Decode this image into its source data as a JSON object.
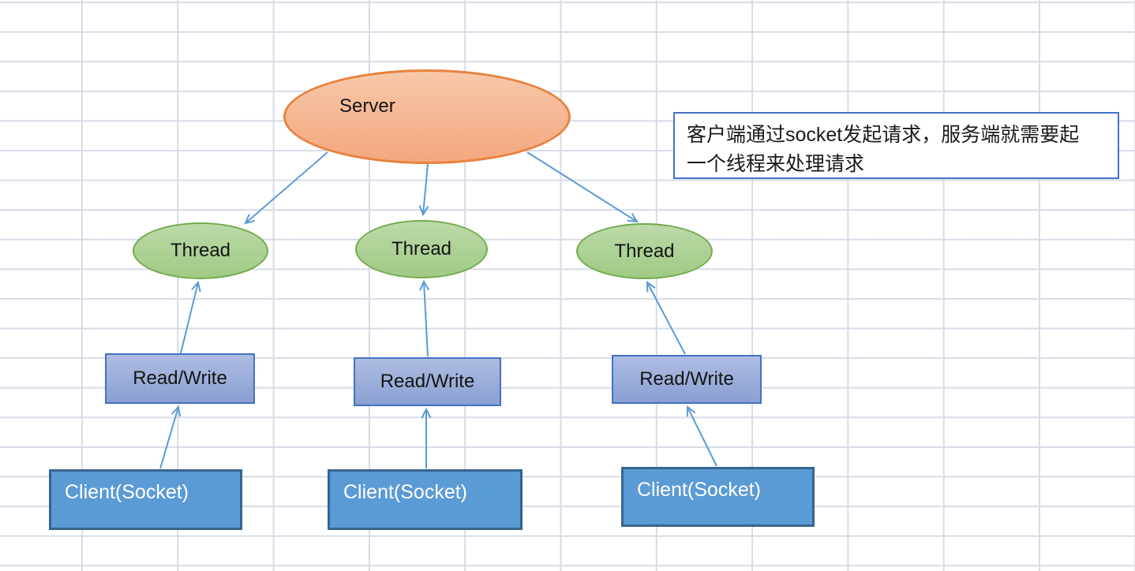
{
  "diagram": {
    "server": {
      "label": "Server"
    },
    "threads": [
      {
        "label": "Thread"
      },
      {
        "label": "Thread"
      },
      {
        "label": "Thread"
      }
    ],
    "read_writes": [
      {
        "label": "Read/Write"
      },
      {
        "label": "Read/Write"
      },
      {
        "label": "Read/Write"
      }
    ],
    "clients": [
      {
        "label": "Client(Socket)"
      },
      {
        "label": "Client(Socket)"
      },
      {
        "label": "Client(Socket)"
      }
    ],
    "note": {
      "lines": [
        "客户端通过socket发起请求，服务端就需要起",
        "一个线程来处理请求"
      ]
    },
    "colors": {
      "server_fill_top": "#f7c8aa",
      "server_fill_bottom": "#f4a77e",
      "server_border": "#e8823e",
      "thread_fill_top": "#bcdaa8",
      "thread_fill_bottom": "#a0ca85",
      "thread_border": "#72ab4d",
      "read_write_fill_top": "#aebce2",
      "read_write_fill_bottom": "#8aa0d2",
      "read_write_border": "#4472c4",
      "client_fill": "#5b9bd5",
      "client_border": "#36658f",
      "arrow": "#5b9bd5",
      "note_border": "#4472c4",
      "grid_line": "#d6dbe6"
    }
  }
}
